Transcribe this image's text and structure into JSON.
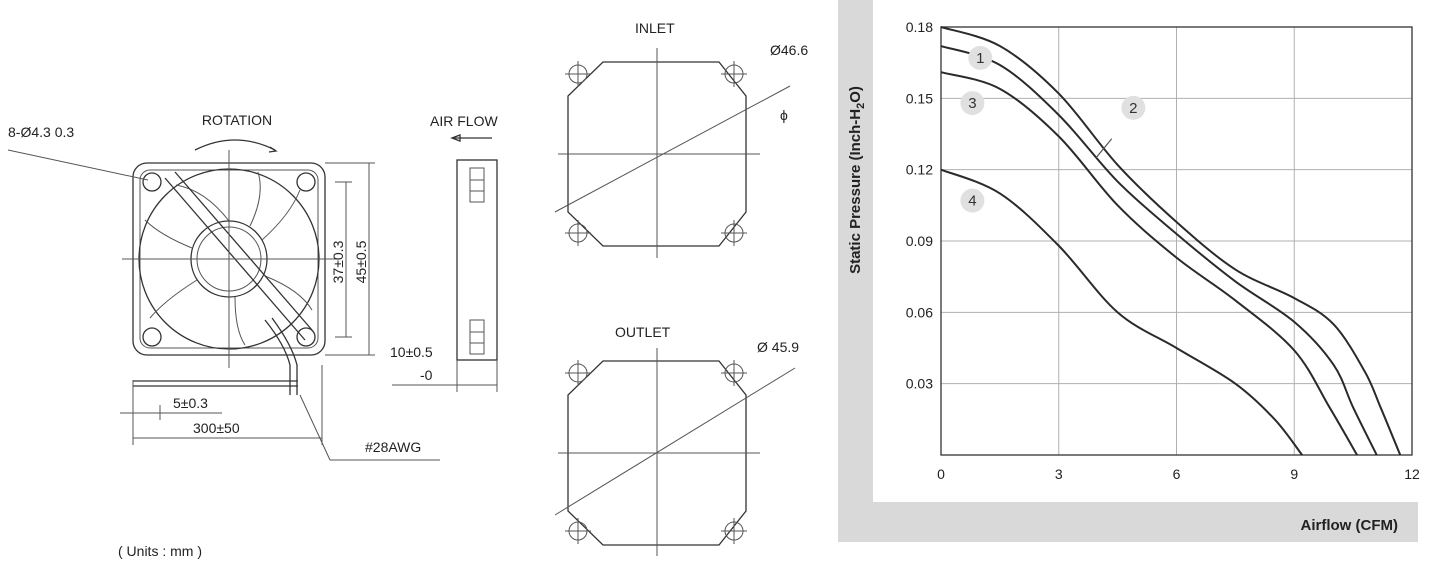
{
  "drawing": {
    "hole_spec": "8-Ø4.3  0.3",
    "rotation_label": "ROTATION",
    "airflow_label": "AIR FLOW",
    "dim_inner": "37±0.3",
    "dim_outer": "45±0.5",
    "thickness_top": "10±0.5",
    "thickness_bottom": "-0",
    "lead_strip": "5±0.3",
    "lead_length": "300±50",
    "wire_gauge": "#28AWG",
    "units": "( Units : mm )",
    "inlet_label": "INLET",
    "inlet_diameter": "Ø46.6",
    "phi_symbol": "ϕ",
    "outlet_label": "OUTLET",
    "outlet_diameter": "Ø 45.9"
  },
  "chart_data": {
    "type": "line",
    "title": "",
    "xlabel": "Airflow (CFM)",
    "ylabel": "Static Pressure (Inch-H2O)",
    "xlim": [
      0,
      12
    ],
    "ylim": [
      0,
      0.18
    ],
    "x_ticks": [
      0,
      3,
      6,
      9,
      12
    ],
    "y_ticks": [
      0.03,
      0.06,
      0.09,
      0.12,
      0.15,
      0.18
    ],
    "x_tick_labels": [
      "0",
      "3",
      "6",
      "9",
      "12"
    ],
    "y_tick_labels": [
      "0.03",
      "0.06",
      "0.09",
      "0.12",
      "0.15",
      "0.18"
    ],
    "grid": true,
    "series": [
      {
        "name": "1",
        "points": [
          [
            0,
            0.18
          ],
          [
            1.5,
            0.172
          ],
          [
            3,
            0.152
          ],
          [
            4.5,
            0.122
          ],
          [
            6,
            0.098
          ],
          [
            7.5,
            0.078
          ],
          [
            9,
            0.066
          ],
          [
            10,
            0.055
          ],
          [
            10.8,
            0.035
          ],
          [
            11.2,
            0.02
          ],
          [
            11.7,
            0
          ]
        ]
      },
      {
        "name": "2",
        "points": [
          [
            0,
            0.172
          ],
          [
            1.5,
            0.164
          ],
          [
            3,
            0.143
          ],
          [
            4.5,
            0.115
          ],
          [
            6,
            0.093
          ],
          [
            7.5,
            0.073
          ],
          [
            9,
            0.056
          ],
          [
            10,
            0.038
          ],
          [
            10.5,
            0.02
          ],
          [
            11.1,
            0
          ]
        ]
      },
      {
        "name": "3",
        "points": [
          [
            0,
            0.161
          ],
          [
            1.5,
            0.154
          ],
          [
            3,
            0.134
          ],
          [
            4.5,
            0.105
          ],
          [
            6,
            0.083
          ],
          [
            7.5,
            0.065
          ],
          [
            9,
            0.044
          ],
          [
            9.9,
            0.02
          ],
          [
            10.6,
            0
          ]
        ]
      },
      {
        "name": "4",
        "points": [
          [
            0,
            0.12
          ],
          [
            1.5,
            0.11
          ],
          [
            3,
            0.088
          ],
          [
            4.5,
            0.06
          ],
          [
            6,
            0.045
          ],
          [
            7.5,
            0.03
          ],
          [
            8.5,
            0.015
          ],
          [
            9.2,
            0
          ]
        ]
      }
    ]
  }
}
